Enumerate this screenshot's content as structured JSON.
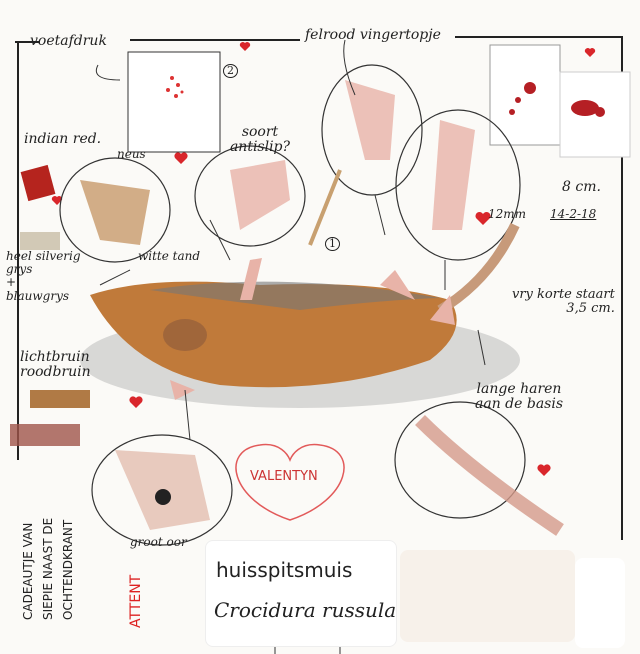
{
  "labels": {
    "footprint": "voetafdruk",
    "red_fingertip": "felrood vingertopje",
    "indian_red": "indian red.",
    "nose": "neus",
    "antislip": "soort antislip?",
    "size_12mm": "12mm",
    "length": "8 cm.",
    "date": "14-2-18",
    "grey_line1": "heel silverig",
    "grey_line2": "grys",
    "grey_line3": "+",
    "grey_line4": "blauwgrys",
    "white_tooth": "witte tand",
    "tail_line1": "vry korte staart",
    "tail_line2": "3,5 cm.",
    "brown_line1": "lichtbruin",
    "brown_line2": "roodbruin",
    "hair_line1": "lange haren",
    "hair_line2": "aan de basis",
    "valentine": "VALENTYN",
    "big_ear": "groot oor",
    "gift_line1": "CADEAUTJE VAN",
    "gift_line2": "SIEPIE NAAST DE",
    "gift_line3": "OCHTENDKRANT",
    "attentive": "ATTENT",
    "marker1": "1",
    "marker2": "2"
  },
  "name_card": {
    "common_name": "huisspitsmuis",
    "latin_name": "Crocidura russula"
  },
  "colors": {
    "heart": "#d9262b",
    "fur": "#c07a3a",
    "skin": "#e8b3a8",
    "ink": "#222222"
  }
}
